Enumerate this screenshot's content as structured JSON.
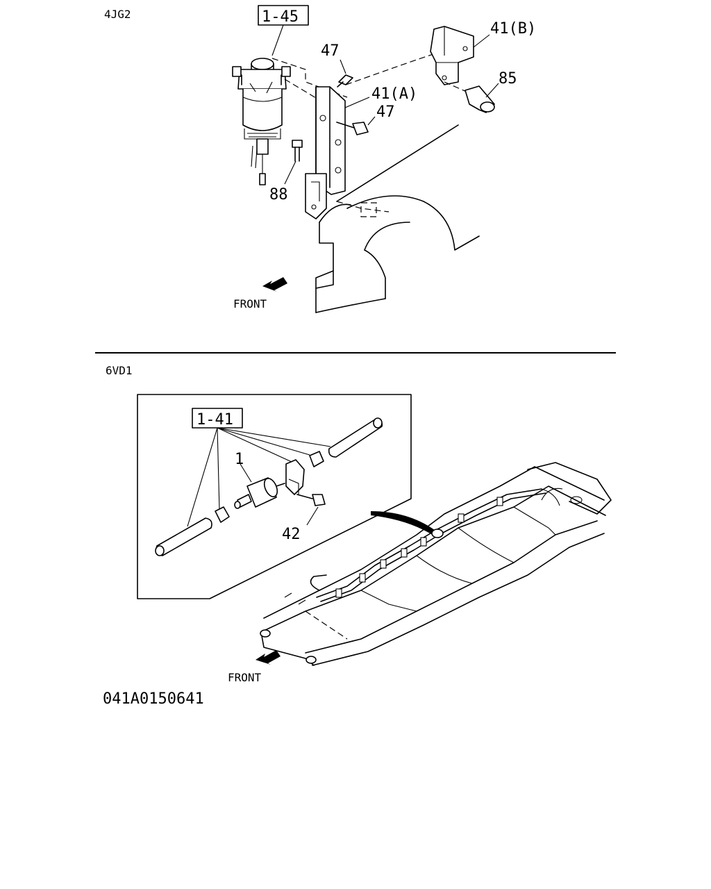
{
  "top_section": {
    "engine_code": "4JG2",
    "front_label": "FRONT",
    "callouts": {
      "filter_assembly": "1-45",
      "bolt_upper": "47",
      "bolt_lower": "47",
      "bracket_a": "41(A)",
      "bracket_b": "41(B)",
      "clip": "85",
      "bolt_long": "88"
    }
  },
  "bottom_section": {
    "engine_code": "6VD1",
    "front_label": "FRONT",
    "callouts": {
      "filter_assembly": "1-41",
      "filter": "1",
      "bolt": "42"
    }
  },
  "figure_code": "041A0150641"
}
